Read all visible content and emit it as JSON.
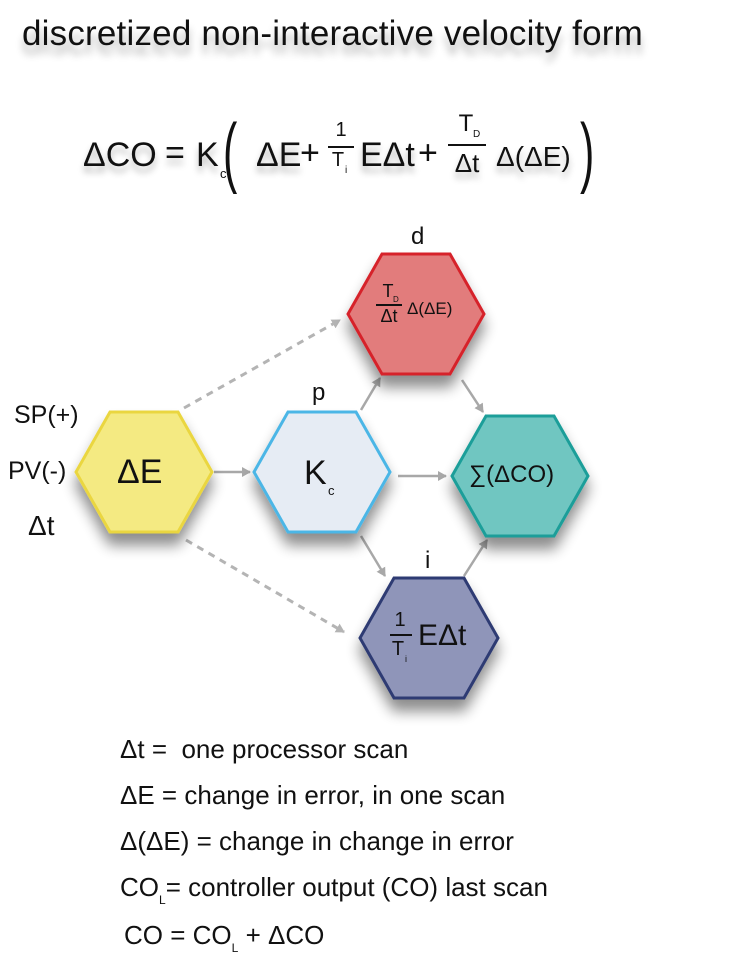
{
  "title": "discretized non-interactive velocity form",
  "formula": {
    "lhs": "ΔCO",
    "eq": "=",
    "gain": "K",
    "gain_sub": "c",
    "open": "(",
    "term1": "ΔE",
    "plus1": "+",
    "frac_i_num": "1",
    "frac_i_den": "T",
    "frac_i_den_sub": "i",
    "term2": "EΔt",
    "plus2": "+",
    "frac_d_num": "T",
    "frac_d_num_sub": "D",
    "frac_d_den": "Δt",
    "term3": "Δ(ΔE)",
    "close": ")"
  },
  "inputs": {
    "sp": "SP(+)",
    "pv": "PV(-)",
    "dt": "Δt"
  },
  "nodes": {
    "error": {
      "label": "ΔE",
      "fill": "#f4ea82",
      "stroke": "#ead641"
    },
    "proportional": {
      "tag": "p",
      "label": "K",
      "sub": "c",
      "fill": "#e6ecf4",
      "stroke": "#4cb6e6"
    },
    "derivative": {
      "tag": "d",
      "num": "T",
      "num_sub": "D",
      "den": "Δt",
      "term": "Δ(ΔE)",
      "fill": "#e27b7b",
      "stroke": "#d6242b"
    },
    "integral": {
      "tag": "i",
      "num": "1",
      "den": "T",
      "den_sub": "i",
      "term": "EΔt",
      "fill": "#8f95b9",
      "stroke": "#2d3a73"
    },
    "sum": {
      "label": "∑(ΔCO)",
      "fill": "#6fc6c1",
      "stroke": "#1a9e99"
    }
  },
  "colors": {
    "arrow": "#a8a8a8",
    "dashed_arrow": "#b4b4b4"
  },
  "legend": [
    {
      "sym": "Δt =",
      "text": "one processor scan"
    },
    {
      "sym": "ΔE =",
      "text": "change in error, in one scan"
    },
    {
      "sym": "Δ(ΔE) =",
      "text": "change in change in error"
    },
    {
      "sym": "CO",
      "sub": "L",
      "eq": "=",
      "text": "controller output (CO) last scan"
    },
    {
      "sym": "CO = CO",
      "sub": "L",
      "eq": "+",
      "text": "ΔCO"
    }
  ]
}
